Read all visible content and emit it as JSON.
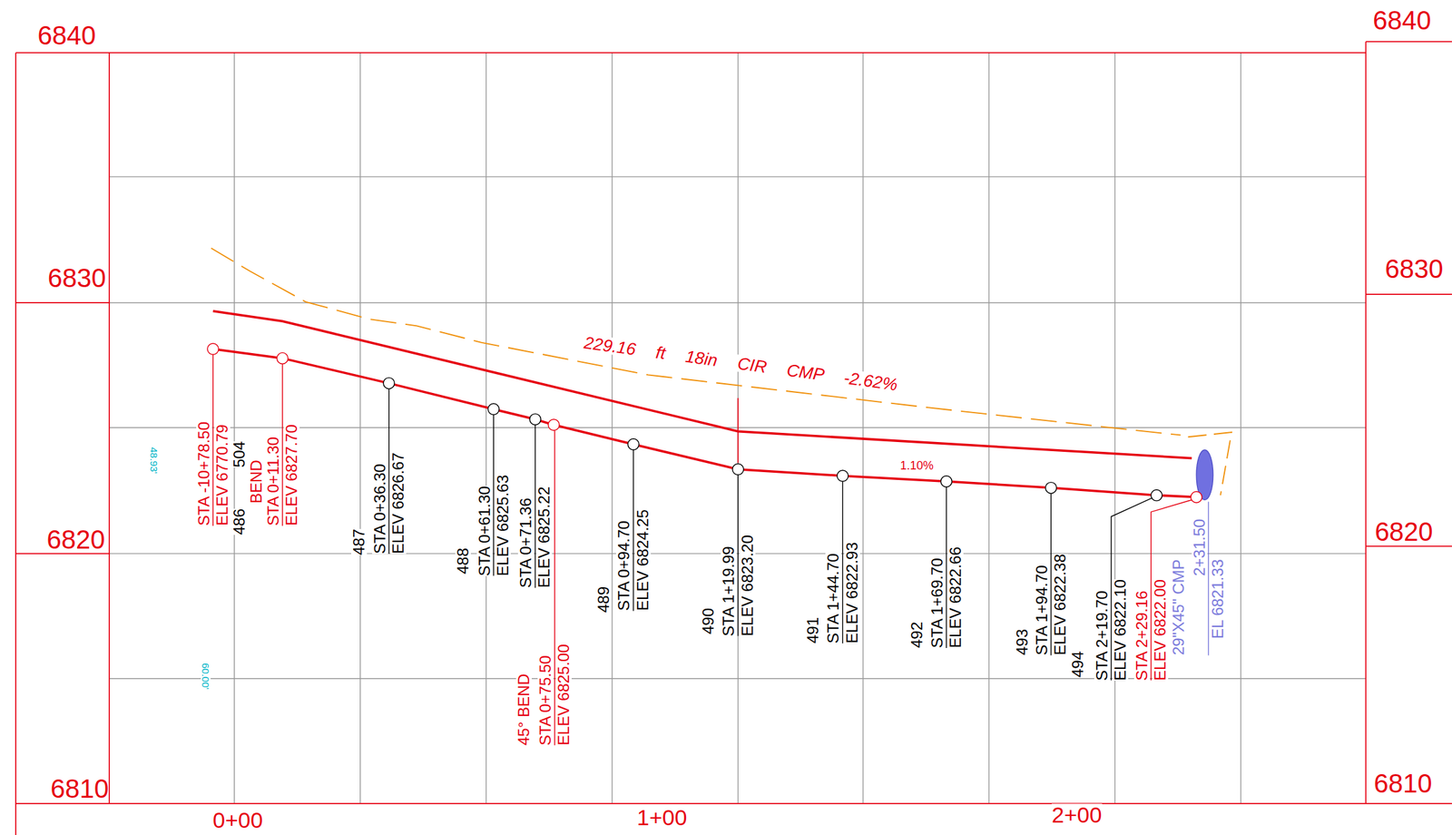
{
  "diagram": {
    "labels": [
      "6840",
      "6840",
      "6830",
      "6830",
      "229.16 ft 18in CIR CMP -2.62%",
      "1.10%",
      "48.93'",
      "STA -10+78.50",
      "ELEV 6770.79",
      "504",
      "486",
      "BEND",
      "STA 0+11.30",
      "ELEV 6827.70",
      "487",
      "STA 0+36.30",
      "ELEV 6826.67",
      "488",
      "STA 0+61.30",
      "ELEV 6825.63",
      "STA 0+71.36",
      "ELEV 6825.22",
      "45° BEND",
      "STA 0+75.50",
      "ELEV 6825.00",
      "489",
      "STA 0+94.70",
      "ELEV 6824.25",
      "490",
      "STA 1+19.99",
      "ELEV 6823.20",
      "491",
      "STA 1+44.70",
      "ELEV 6822.93",
      "492",
      "STA 1+69.70",
      "ELEV 6822.66",
      "493",
      "STA 1+94.70",
      "ELEV 6822.38",
      "494",
      "STA 2+19.70",
      "ELEV 6822.10",
      "STA 2+29.16",
      "ELEV 6822.00",
      "29\"X45\" CMP",
      "2+31.50",
      "EL 6821.33",
      "6820",
      "6820",
      "60.00'",
      "6810",
      "6810",
      "0+00",
      "1+00",
      "2+00"
    ]
  }
}
